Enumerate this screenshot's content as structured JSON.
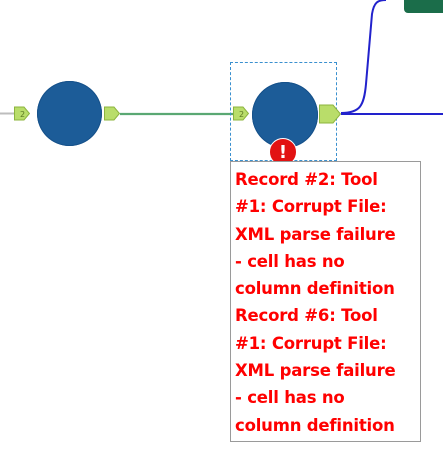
{
  "canvas": {
    "error_badge_symbol": "!",
    "top_tool_glyph": "",
    "colors": {
      "tool_node": "#1c5c98",
      "anchor": "#b9dd6a",
      "connector_green": "#5aa873",
      "connector_blue": "#2222cc",
      "connector_gray": "#bdbdbd",
      "error_red": "#e21212",
      "selection": "#3a90cf",
      "top_tool": "#1b6d4a"
    }
  },
  "tooltip": {
    "lines": [
      "Record #2: Tool",
      "#1: Corrupt File:",
      "XML parse failure",
      "- cell has no",
      "column definition",
      "Record #6: Tool",
      "#1: Corrupt File:",
      "XML parse failure",
      "- cell has no",
      "column definition"
    ]
  }
}
